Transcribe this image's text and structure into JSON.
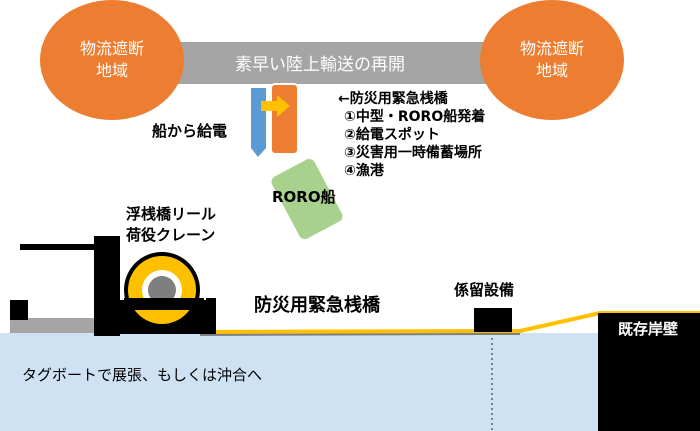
{
  "road": {
    "label": "素早い陸上輸送の再開"
  },
  "regions": {
    "left_lines": [
      "物流遮断",
      "地域"
    ],
    "right_lines": [
      "物流遮断",
      "地域"
    ]
  },
  "power_label": "船から給電",
  "pier_info": {
    "title": "←防災用緊急桟橋",
    "items": [
      "①中型・RORO船発着",
      "②給電スポット",
      "③災害用一時備蓄場所",
      "④漁港"
    ]
  },
  "roro_label": "RORO船",
  "crane_label_lines": [
    "浮桟橋リール",
    "荷役クレーン"
  ],
  "pier_label": "防災用緊急桟橋",
  "mooring_label": "係留設備",
  "quay_label": "既存岸壁",
  "tug_note": "タグボートで展張、もしくは沖合へ",
  "colors": {
    "orange": "#ed7d31",
    "road": "#a5a5a5",
    "green": "#a9d18e",
    "blue": "#5b9bd5",
    "sea": "#cfe2f3",
    "yellow": "#ffc000"
  }
}
